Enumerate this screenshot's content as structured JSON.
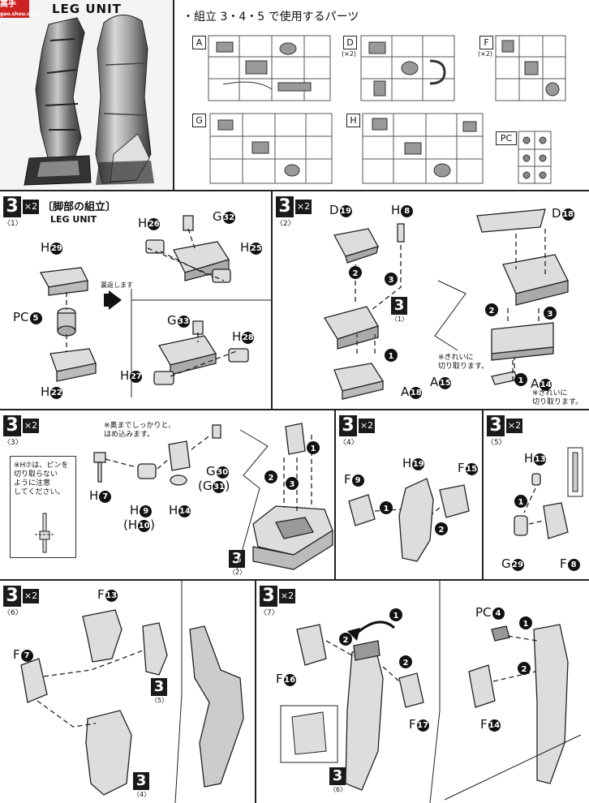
{
  "header": {
    "watermark": "gao.shou.com",
    "title": "LEG UNIT",
    "parts_heading": "・組立 3・4・5 で使用するパーツ",
    "runners": [
      "A",
      "D",
      "F",
      "G",
      "H",
      "PC"
    ],
    "runner_counts": {
      "D": "(×2)",
      "F": "(×2)"
    }
  },
  "step1": {
    "step": "3",
    "multiplier": "×2",
    "sub": "〈1〉",
    "title": "〔脚部の組立〕",
    "subtitle": "LEG UNIT",
    "flip_note": "裏返します",
    "labels": {
      "h29": "H",
      "h29n": "29",
      "pc5": "PC",
      "pc5n": "5",
      "h22": "H",
      "h22n": "22",
      "h26": "H",
      "h26n": "26",
      "g32": "G",
      "g32n": "32",
      "h25": "H",
      "h25n": "25",
      "g33": "G",
      "g33n": "33",
      "h28": "H",
      "h28n": "28",
      "h27": "H",
      "h27n": "27"
    }
  },
  "step2": {
    "step": "3",
    "multiplier": "×2",
    "sub": "〈2〉",
    "labels": {
      "d19": "D",
      "d19n": "19",
      "h8": "H",
      "h8n": "8",
      "a18": "A",
      "a18n": "18",
      "d18": "D",
      "d18n": "18",
      "a15": "A",
      "a15n": "15",
      "a14": "A",
      "a14n": "14"
    },
    "ref": "3",
    "ref_sub": "〈1〉",
    "note_a15": "※きれいに\n切り取ります。",
    "note_a14": "※きれいに\n切り取ります。"
  },
  "step3": {
    "step": "3",
    "multiplier": "×2",
    "sub": "〈3〉",
    "note_top": "※奥までしっかりと、\nはめ込みます。",
    "note_box": "※H⑦は、ピンを\n切り取らない\nように注意\nしてください。",
    "labels": {
      "h7": "H",
      "h7n": "7",
      "h9": "H",
      "h9n": "9",
      "h10": "(H",
      "h10n": "10",
      "h14": "H",
      "h14n": "14",
      "g30": "G",
      "g30n": "30",
      "g31": "(G",
      "g31n": "31"
    },
    "ref": "3",
    "ref_sub": "〈2〉"
  },
  "step4": {
    "step": "3",
    "multiplier": "×2",
    "sub": "〈4〉",
    "labels": {
      "f9": "F",
      "f9n": "9",
      "h19": "H",
      "h19n": "19",
      "f15": "F",
      "f15n": "15"
    }
  },
  "step5": {
    "step": "3",
    "multiplier": "×2",
    "sub": "〈5〉",
    "labels": {
      "h13": "H",
      "h13n": "13",
      "g29": "G",
      "g29n": "29",
      "f8": "F",
      "f8n": "8"
    }
  },
  "step6": {
    "step": "3",
    "multiplier": "×2",
    "sub": "〈6〉",
    "labels": {
      "f13": "F",
      "f13n": "13",
      "f7": "F",
      "f7n": "7"
    },
    "ref_a": "3",
    "ref_a_sub": "〈5〉",
    "ref_b": "3",
    "ref_b_sub": "〈4〉"
  },
  "step7": {
    "step": "3",
    "multiplier": "×2",
    "sub": "〈7〉",
    "labels": {
      "f16": "F",
      "f16n": "16",
      "f17": "F",
      "f17n": "17",
      "pc4": "PC",
      "pc4n": "4",
      "f14": "F",
      "f14n": "14"
    },
    "ref": "3",
    "ref_sub": "〈6〉"
  }
}
